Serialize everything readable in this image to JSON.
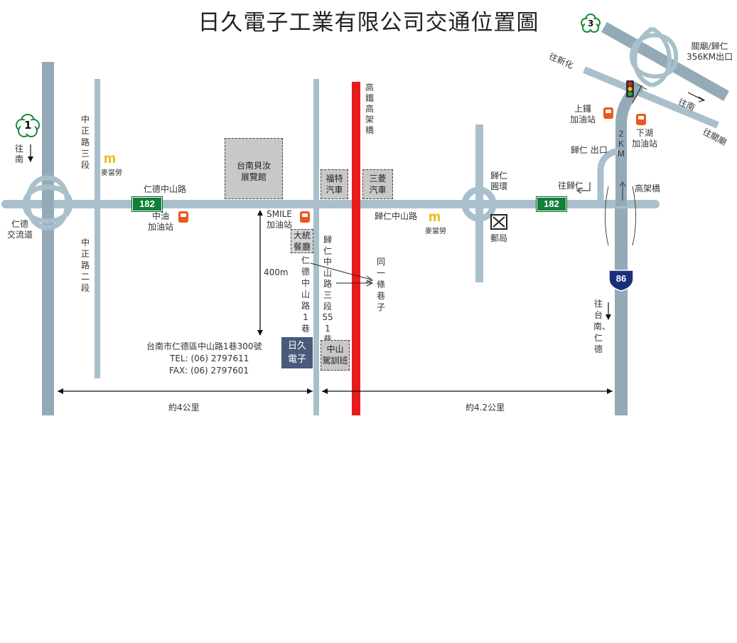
{
  "title": "日久電子工業有限公司交通位置圖",
  "route_markers": {
    "r1": "1",
    "r3": "3",
    "r182_left": "182",
    "r182_right": "182",
    "r86": "86"
  },
  "labels": {
    "to_south_left": "往南",
    "rende_interchange": "仁德\n交流道",
    "zhongzheng_3": "中正路三段",
    "zhongzheng_2": "中正路二段",
    "mcd_left": "麥當勞",
    "rende_zhongshan_road": "仁德中山路",
    "zhongyou_gas": "中油\n加油站",
    "museum": "台南貝汝\n展覽館",
    "smile_gas": "SMILE\n加油站",
    "datong": "大統\n餐廳",
    "fute": "福特\n汽車",
    "hsr_bridge": "高鐵高架橋",
    "mitsubishi": "三菱\n汽車",
    "rende_lane": "仁德中山路1巷",
    "guiren_lane": "歸仁中山路三段551巷",
    "same_lane": "同一條巷子",
    "distance_400": "400m",
    "address": "台南市仁德區中山路1巷300號",
    "tel": "TEL: (06) 2797611",
    "fax": "FAX: (06) 2797601",
    "company_name": "日久\n電子",
    "zhongshan_school": "中山\n駕訓班",
    "guiren_zhongshan_road": "歸仁中山路",
    "mcd_right": "麥當勞",
    "guiren_roundabout": "歸仁\n圓環",
    "post_office": "郵局",
    "to_guiren": "往歸仁",
    "guiren_exit": "歸仁 出口",
    "two_km": "2KM",
    "elevated_bridge": "高架橋",
    "shangkuan_gas": "上鑼\n加油站",
    "xiahu_gas": "下湖\n加油站",
    "to_xinhua": "往新化",
    "to_south_right": "往南",
    "to_guanmiao": "往關廟",
    "exit_356": "關廟/歸仁\n356KM出口",
    "to_tainan_rende": "往台南、仁德",
    "dist_left": "約4公里",
    "dist_right": "約4.2公里"
  },
  "colors": {
    "road": "#a9c0cc",
    "road_dark": "#94aab6",
    "hsr": "#e81c1c",
    "shield_green": "#10803a",
    "gas": "#e85a1a",
    "mcd": "#e8b800",
    "company": "#4a5a7a"
  }
}
